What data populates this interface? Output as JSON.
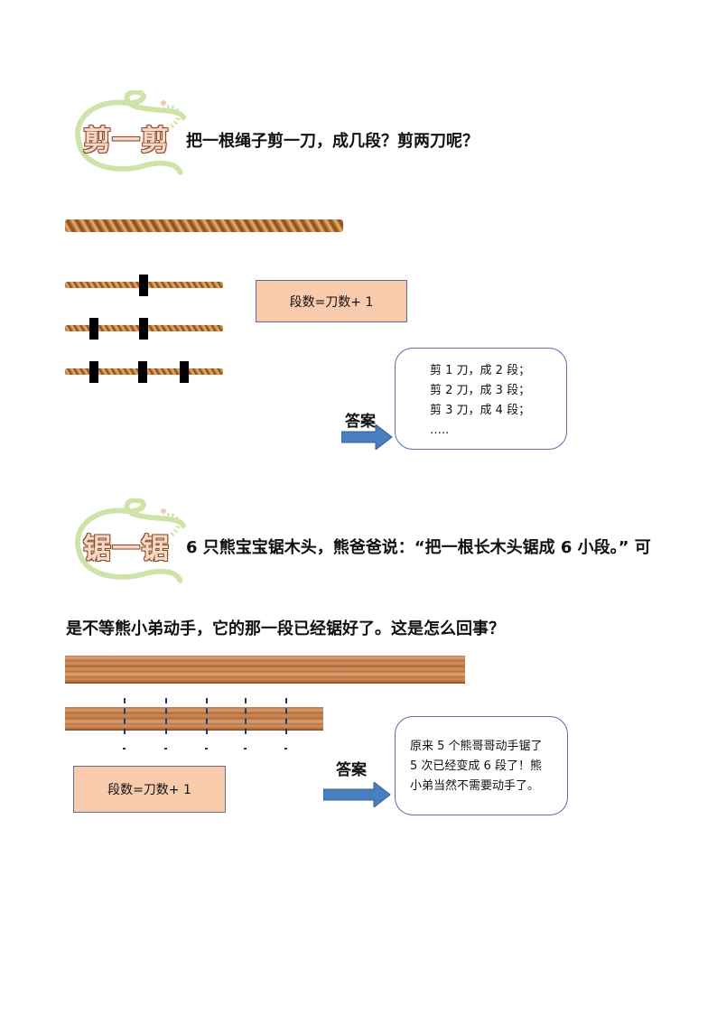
{
  "section1": {
    "badge_label": "剪一剪",
    "question": "把一根绳子剪一刀，成几段？剪两刀呢？",
    "formula": "段数=刀数+ 1",
    "answer_label": "答案",
    "answer_lines": [
      "剪 1 刀，成 2 段；",
      "剪 2 刀，成 3 段；",
      "剪 3 刀，成 4 段；",
      "….."
    ]
  },
  "section2": {
    "badge_label": "锯一锯",
    "question_line1": "6 只熊宝宝锯木头，熊爸爸说：“把一根长木头锯成 6 小段。” 可",
    "question_line2": "是不等熊小弟动手，它的那一段已经锯好了。这是怎么回事？",
    "formula": "段数=刀数+ 1",
    "answer_label": "答案",
    "answer_lines": [
      "原来 5 个熊哥哥动手锯了",
      "5 次已经变成 6 段了！熊",
      "小弟当然不需要动手了。"
    ]
  },
  "colors": {
    "formula_fill": "#f8cbad",
    "arrow_fill": "#4a7ebf",
    "bubble_border": "#5b6fa8"
  }
}
